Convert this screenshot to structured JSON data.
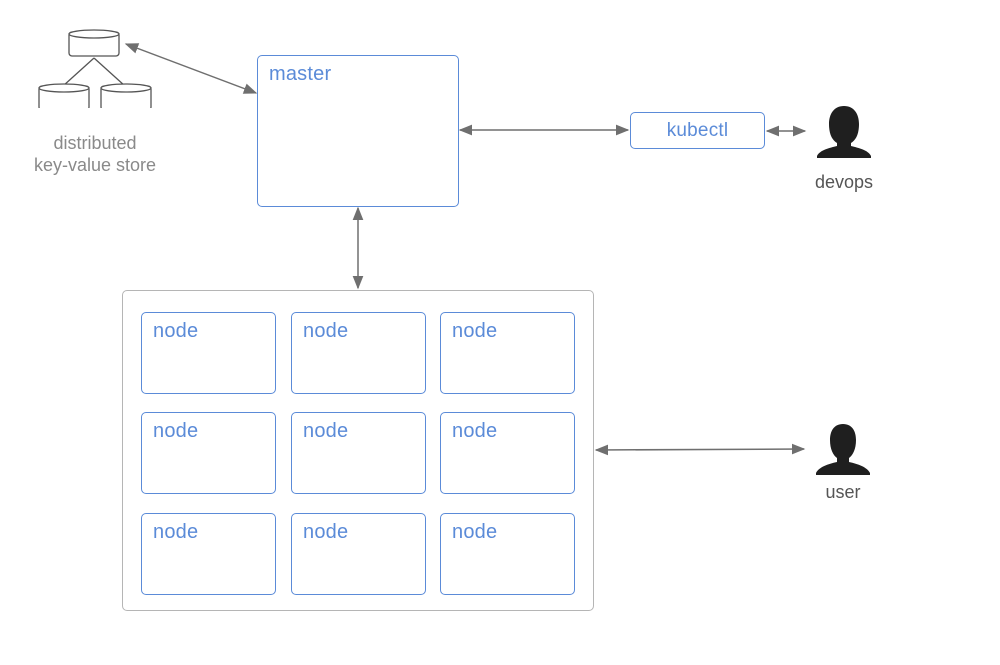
{
  "diagram": {
    "master": {
      "label": "master"
    },
    "kubectl": {
      "label": "kubectl"
    },
    "store": {
      "line1": "distributed",
      "line2": "key-value store"
    },
    "devops": {
      "label": "devops"
    },
    "user": {
      "label": "user"
    },
    "nodes": [
      {
        "label": "node"
      },
      {
        "label": "node"
      },
      {
        "label": "node"
      },
      {
        "label": "node"
      },
      {
        "label": "node"
      },
      {
        "label": "node"
      },
      {
        "label": "node"
      },
      {
        "label": "node"
      },
      {
        "label": "node"
      }
    ],
    "colors": {
      "box_border": "#5b8bd8",
      "cluster_border": "#b5b5b5",
      "arrow": "#6f6f6f",
      "person": "#1f1f1f",
      "store_label": "#8a8a8a"
    }
  }
}
